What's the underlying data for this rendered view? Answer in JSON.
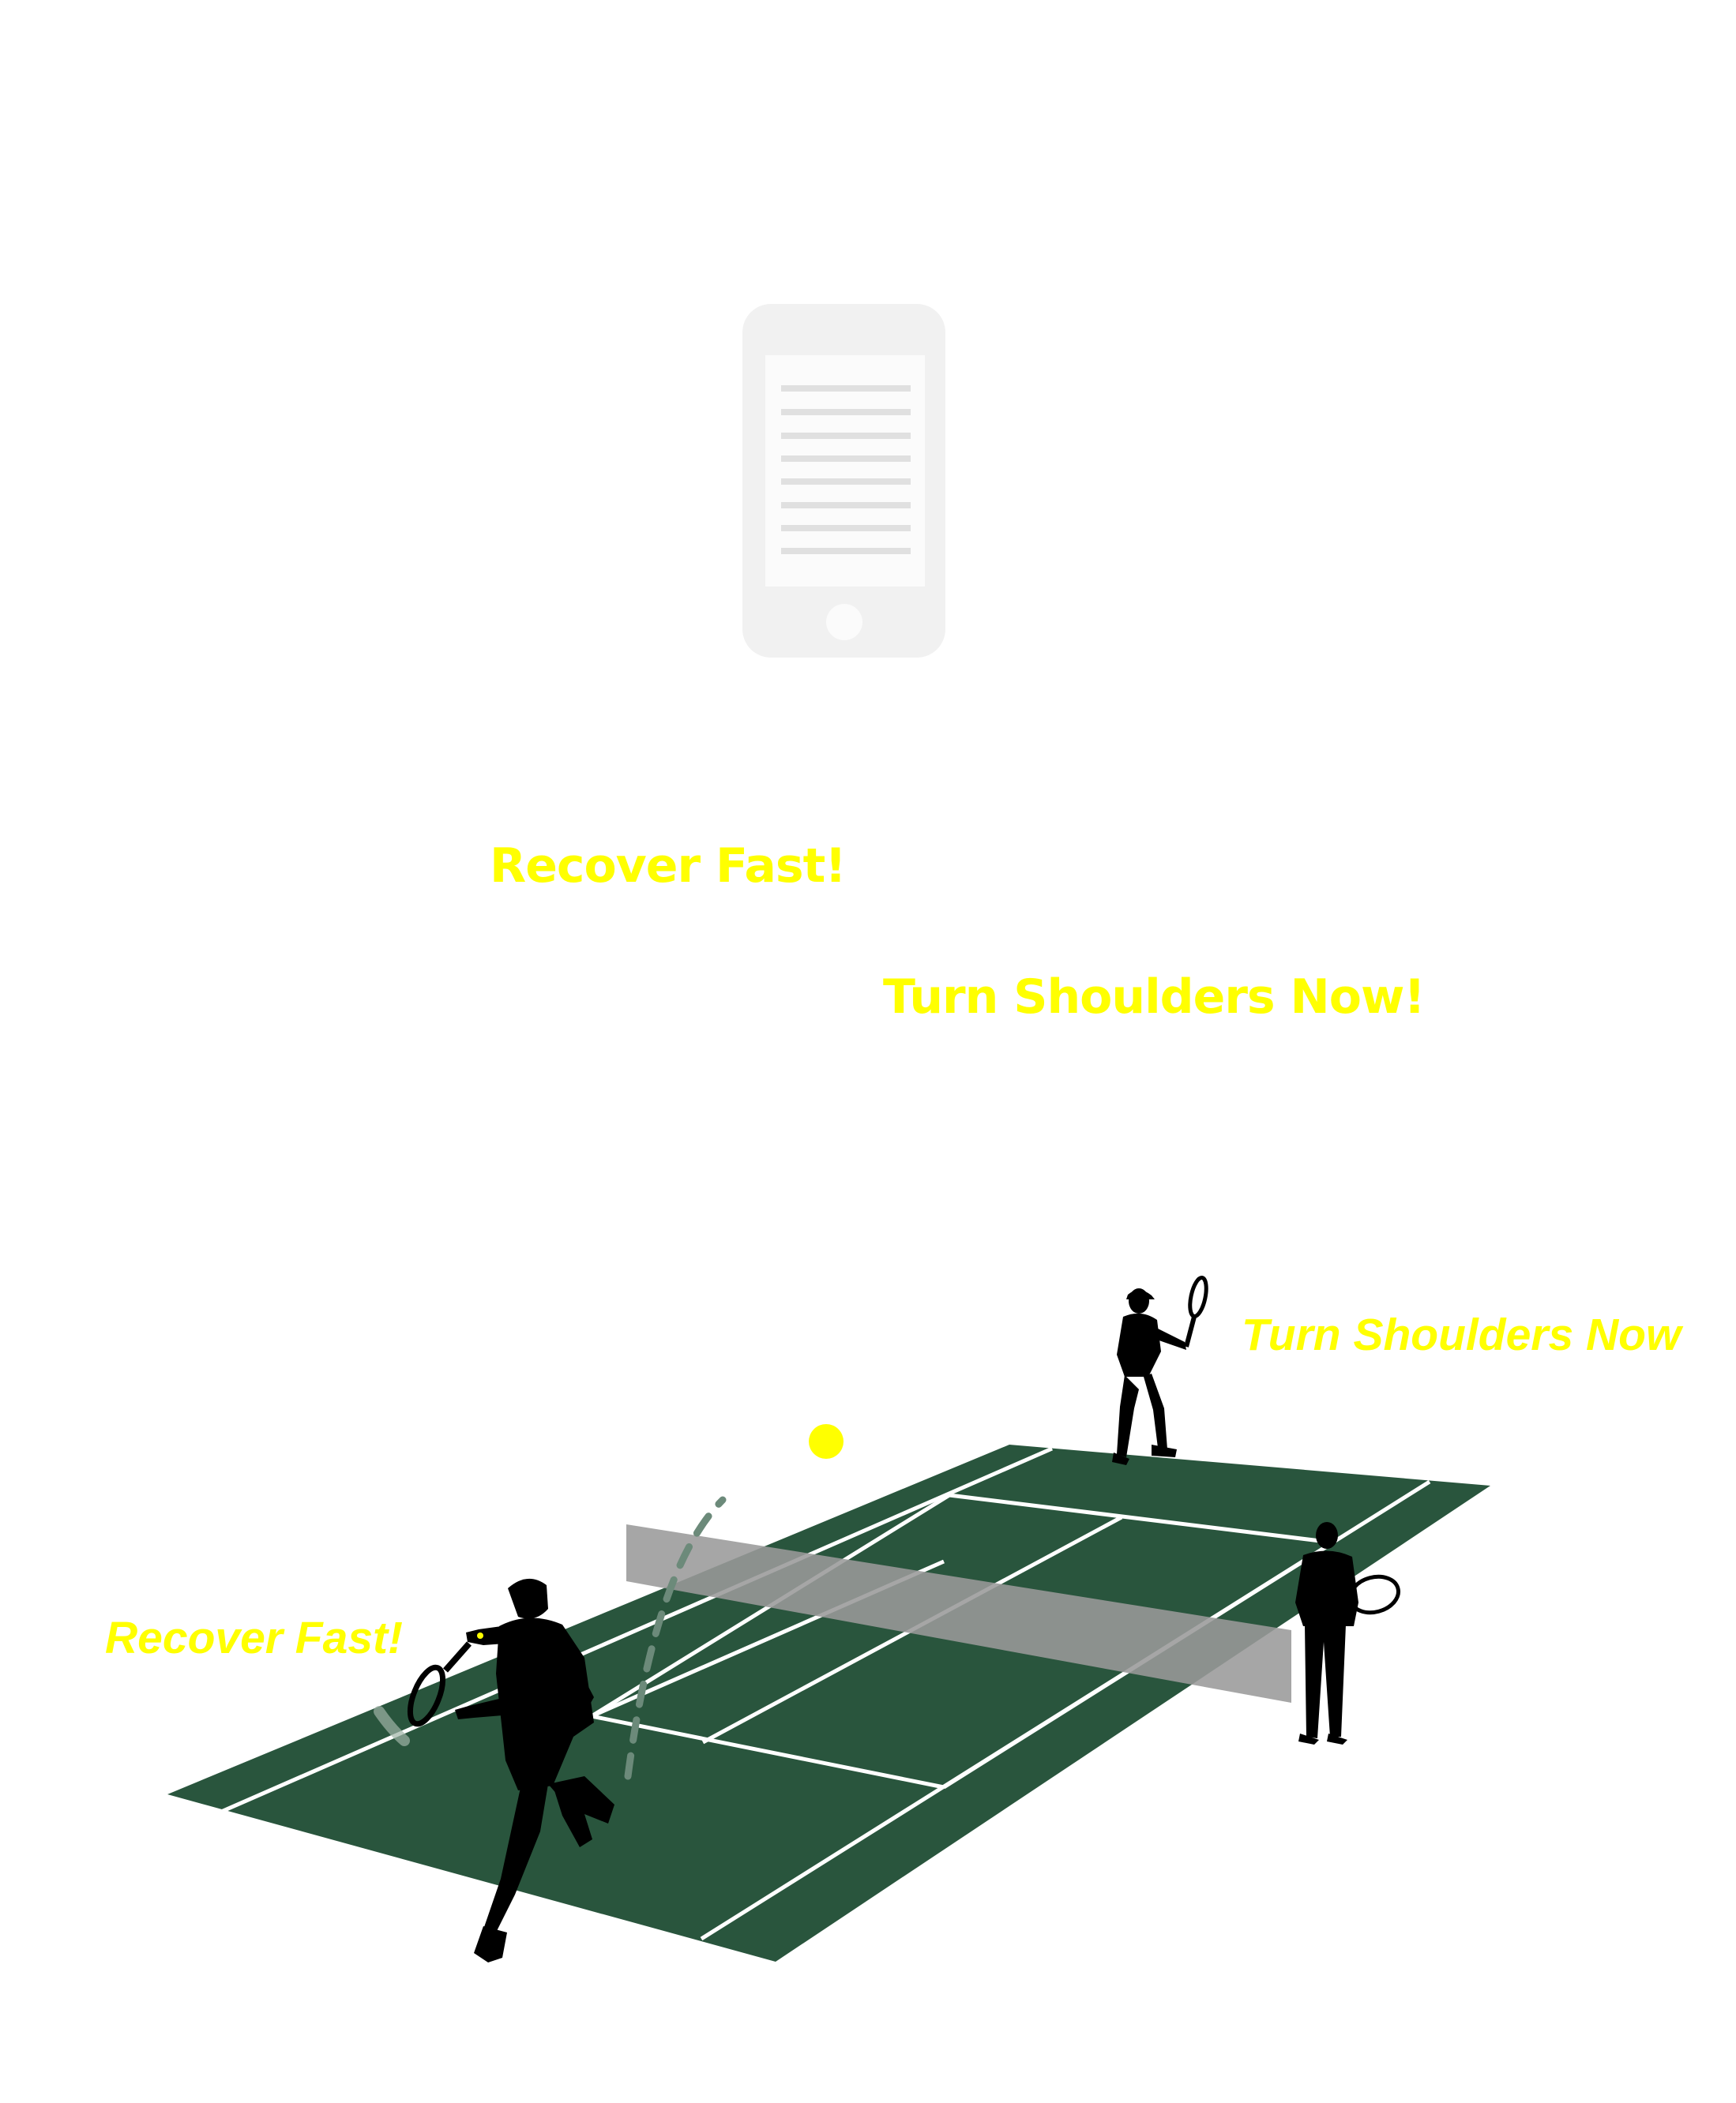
{
  "cues": {
    "recover_top": "Recover Fast!",
    "turn_top": "Turn Shoulders Now!",
    "turn_side": "Turn Shoulders Now",
    "recover_side": "Recover Fast!"
  },
  "icons": {
    "phone": "smartphone-icon",
    "ball": "tennis-ball-icon"
  },
  "colors": {
    "cue_text": "#ffff00",
    "court": "#29553d",
    "court_lines": "#ffffff",
    "net": "#9e9e9e",
    "phone": "#f1f1f1",
    "phone_lines": "#e0e0e0",
    "player": "#000000",
    "ball": "#ffff00"
  }
}
